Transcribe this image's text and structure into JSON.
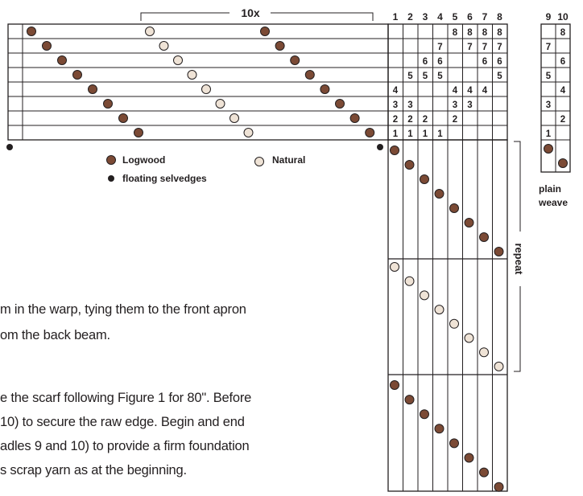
{
  "draft": {
    "repeat_label": "10x",
    "shaft_numbers": [
      "1",
      "2",
      "3",
      "4",
      "5",
      "6",
      "7",
      "8"
    ],
    "plain_shaft_numbers": [
      "9",
      "10"
    ],
    "tieup_rows": [
      [
        "",
        "",
        "",
        "",
        "8",
        "8",
        "8",
        "8"
      ],
      [
        "",
        "",
        "",
        "7",
        "",
        "7",
        "7",
        "7"
      ],
      [
        "",
        "",
        "6",
        "6",
        "",
        "",
        "6",
        "6"
      ],
      [
        "",
        "5",
        "5",
        "5",
        "",
        "",
        "",
        "5"
      ],
      [
        "4",
        "",
        "",
        "",
        "4",
        "4",
        "4",
        ""
      ],
      [
        "3",
        "3",
        "",
        "",
        "3",
        "3",
        "",
        ""
      ],
      [
        "2",
        "2",
        "2",
        "",
        "2",
        "",
        "",
        ""
      ],
      [
        "1",
        "1",
        "1",
        "1",
        "",
        "",
        "",
        ""
      ]
    ],
    "plain_tieup_rows": [
      [
        "",
        "8"
      ],
      [
        "7",
        ""
      ],
      [
        "",
        "6"
      ],
      [
        "5",
        ""
      ],
      [
        "",
        "4"
      ],
      [
        "3",
        ""
      ],
      [
        "",
        "2"
      ],
      [
        "1",
        ""
      ]
    ],
    "colors": {
      "logwood": "#7b4a35",
      "natural": "#efe3d6",
      "selvedge": "#231f20",
      "line": "#231f20"
    }
  },
  "legend": {
    "logwood": "Logwood",
    "natural": "Natural",
    "selvedges": "floating selvedges"
  },
  "labels": {
    "repeat": "repeat",
    "plain_weave_1": "plain",
    "plain_weave_2": "weave"
  },
  "text": {
    "line1": "m in the warp, tying them to the front apron",
    "line2": "om the back beam.",
    "line3": "e the scarf following Figure 1 for 80\". Before",
    "line4": " 10) to secure the raw edge. Begin and end",
    "line5": "adles 9 and 10) to provide  a firm foundation",
    "line6": "s scrap yarn as at the beginning."
  }
}
